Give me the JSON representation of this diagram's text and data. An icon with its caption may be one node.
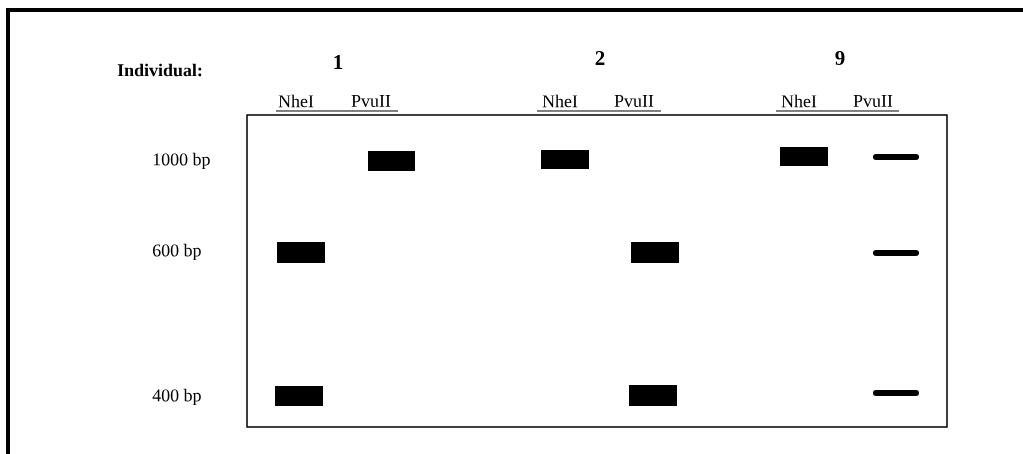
{
  "diagram": {
    "labels": [
      "Individual:",
      "1",
      "2",
      "9",
      "NheI",
      "PvuII",
      "NheI",
      "PvuII",
      "NheI",
      "PvuII",
      "1000 bp",
      "600 bp",
      "400 bp"
    ]
  }
}
